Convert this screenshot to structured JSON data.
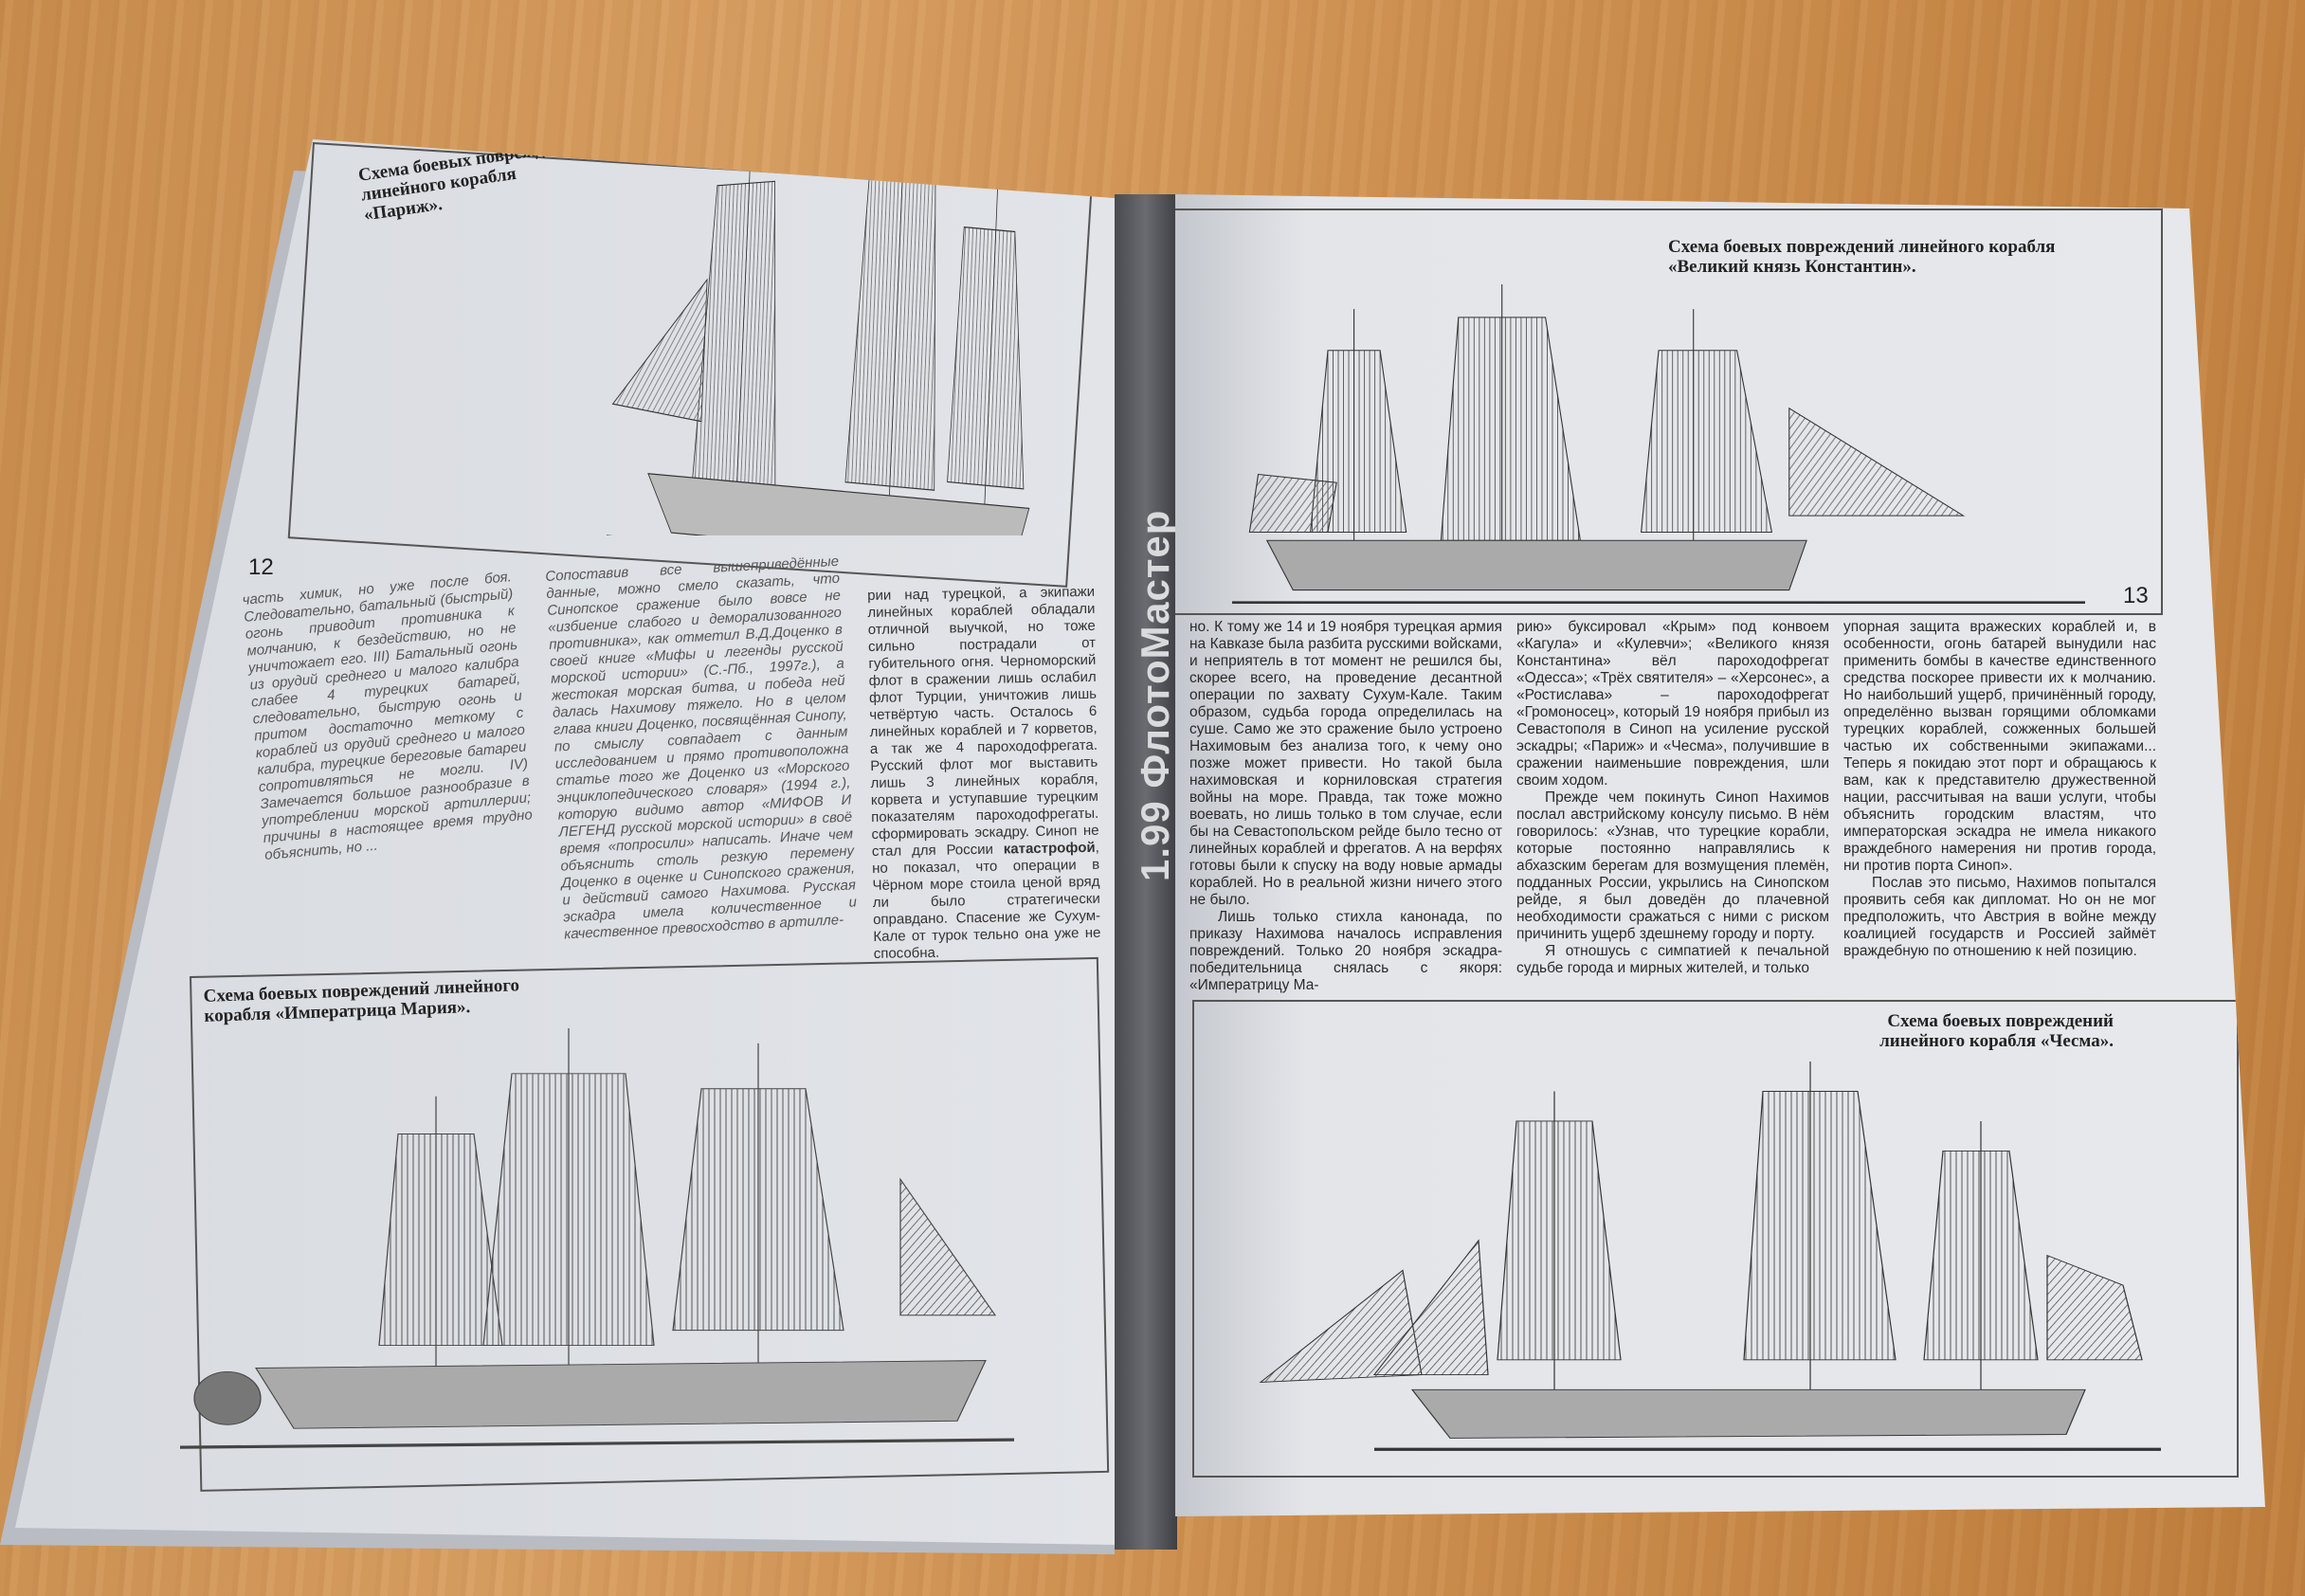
{
  "magazine": {
    "issue_title": "1.99 ФлотоМастер"
  },
  "left_page": {
    "page_number": "12",
    "caption_top": "Схема боевых повреждений линейного корабля «Париж».",
    "caption_bottom": "Схема боевых повреждений линейного корабля «Императрица Мария».",
    "col1": "часть химик, но уже после боя. Следовательно, батальный (быстрый) огонь приводит противника к молчанию, к бездействию, но не уничтожает его. III) Батальный огонь из орудий среднего и малого калибра слабее 4 турецких батарей, следовательно, быструю огонь и притом достаточно меткому с кораблей из орудий среднего и малого калибра, турецкие береговые батареи сопротивляться не могли. IV) Замечается большое разнообразие в употреблении морской артиллерии; причины в настоящее время трудно объяснить, но ...",
    "col2": "Сопоставив все вышеприведённые данные, можно смело сказать, что Синопское сражение было вовсе не «избиение слабого и деморализованного противника», как отметил В.Д.Доценко в своей книге «Мифы и легенды русской морской истории» (С.-Пб., 1997г.), а жестокая морская битва, и победа ней далась Нахимову тяжело. Но в целом глава книги Доценко, посвящённая Синопу, по смыслу совпадает с данным исследованием и прямо противоположна статье того же Доценко из «Морского энциклопедического словаря» (1994 г.), которую видимо автор «МИФОВ И ЛЕГЕНД русской морской истории» в своё время «попросили» написать. Иначе чем объяснить столь резкую перемену Доценко в оценке и Синопского сражения, и действий самого Нахимова. Русская эскадра имела количественное и качественное превосходство в артилле-",
    "col3": "рии над турецкой, а экипажи линейных кораблей обладали отличной выучкой, но тоже сильно пострадали от губительного огня. Черноморский флот в сражении лишь ослабил флот Турции, уничтожив лишь четвёртую часть. Осталось 6 линейных кораблей и 7 корветов, а так же 4 пароходофрегата. Русский флот мог выставить лишь 3 линейных корабля, корвета и уступавшие турецким показателям пароходофрегаты. сформировать эскадру. Синоп не стал для России катастрофой, но показал, что операции в Чёрном море стоила ценой вряд ли было стратегически оправдано. Спасение же Сухум-Кале от турок тельно она уже не способна.",
    "col3_bold": "катастрофой"
  },
  "right_page": {
    "page_number": "13",
    "caption_top": "Схема боевых повреждений линейного корабля «Великий князь Константин».",
    "caption_bottom": "Схема боевых повреждений линейного корабля «Чесма».",
    "col1": [
      "но. К тому же 14 и 19 ноября турецкая армия на Кавказе была разбита русскими войсками, и неприятель в тот момент не решился бы, скорее всего, на проведение десантной операции по захвату Сухум-Кале. Таким образом, судьба города определилась на суше. Само же это сражение было устроено Нахимовым без анализа того, к чему оно позже может привести. Но такой была нахимовская и корниловская стратегия войны на море. Правда, так тоже можно воевать, но лишь только в том случае, если бы на Севастопольском рейде было тесно от линейных кораблей и фрегатов. А на верфях готовы были к спуску на воду новые армады кораблей. Но в реальной жизни ничего этого не было.",
      "Лишь только стихла канонада, по приказу Нахимова началось исправления повреждений. Только 20 ноября эскадра-победительница снялась с якоря: «Императрицу Ма-"
    ],
    "col2": [
      "рию» буксировал «Крым» под конвоем «Кагула» и «Кулевчи»; «Великого князя Константина» вёл пароходофрегат «Одесса»; «Трёх святителя» – «Херсонес», а «Ростислава» – пароходофрегат «Громоносец», который 19 ноября прибыл из Севастополя в Синоп на усиление русской эскадры; «Париж» и «Чесма», получившие в сражении наименьшие повреждения, шли своим ходом.",
      "Прежде чем покинуть Синоп Нахимов послал австрийскому консулу письмо. В нём говорилось: «Узнав, что турецкие корабли, которые постоянно направлялись к абхазским берегам для возмущения племён, подданных России, укрылись на Синопском рейде, я был доведён до плачевной необходимости сражаться с ними с риском причинить ущерб здешнему городу и порту.",
      "Я отношусь с симпатией к печальной судьбе города и мирных жителей, и только"
    ],
    "col3": [
      "упорная защита вражеских кораблей и, в особенности, огонь батарей вынудили нас применить бомбы в качестве единственного средства поскорее привести их к молчанию. Но наибольший ущерб, причинённый городу, определённо вызван горящими обломками турецких кораблей, сожженных большей частью их собственными экипажами... Теперь я покидаю этот порт и обращаюсь к вам, как к представителю дружественной нации, рассчитывая на ваши услуги, чтобы объяснить городским властям, что императорская эскадра не имела никакого враждебного намерения ни против города, ни против порта Синоп».",
      "Послав это письмо, Нахимов попытался проявить себя как дипломат. Но он не мог предположить, что Австрия в войне между коалицией государств и Россией займёт враждебную по отношению к ней позицию."
    ]
  }
}
